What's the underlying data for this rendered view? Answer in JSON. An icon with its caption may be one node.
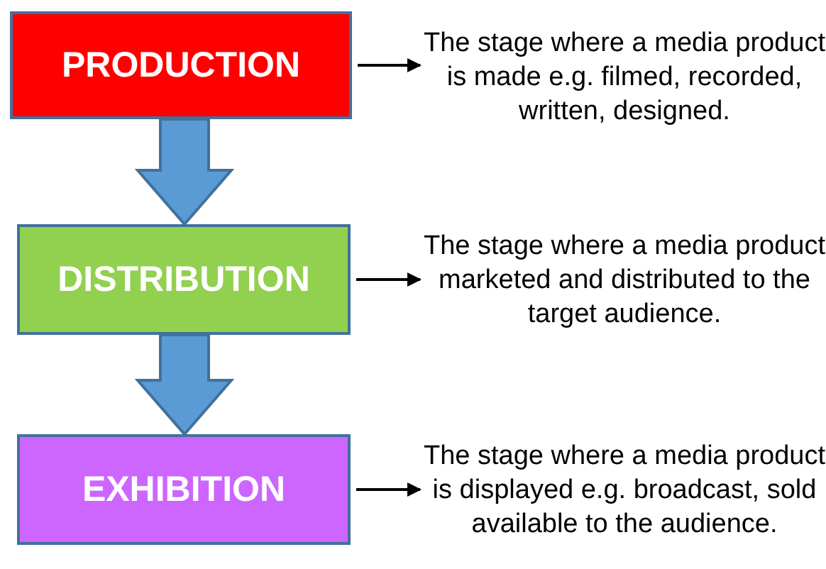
{
  "diagram": {
    "nodes": [
      {
        "text": [
          "PRODUCTION"
        ]
      },
      {
        "text": [
          "The stage where a media product is made e.g. filmed, recorded, written, designed."
        ]
      },
      {
        "text": [
          "DISTRIBUTION"
        ]
      },
      {
        "text": [
          "The stage where a media product marketed and distributed to the target audience."
        ]
      },
      {
        "text": [
          "EXHIBITION"
        ]
      },
      {
        "text": [
          "The stage where a media product is displayed e.g. broadcast, sold available to the audience."
        ]
      }
    ],
    "edges": [
      {
        "from": 0,
        "to": 1,
        "arrow": "to"
      },
      {
        "from": 0,
        "to": 2,
        "arrow": "to",
        "style": "thick",
        "color": "#5b9bd5"
      },
      {
        "from": 2,
        "to": 3,
        "arrow": "to"
      },
      {
        "from": 2,
        "to": 4,
        "arrow": "to",
        "style": "thick",
        "color": "#5b9bd5"
      },
      {
        "from": 4,
        "to": 5,
        "arrow": "to"
      }
    ]
  }
}
